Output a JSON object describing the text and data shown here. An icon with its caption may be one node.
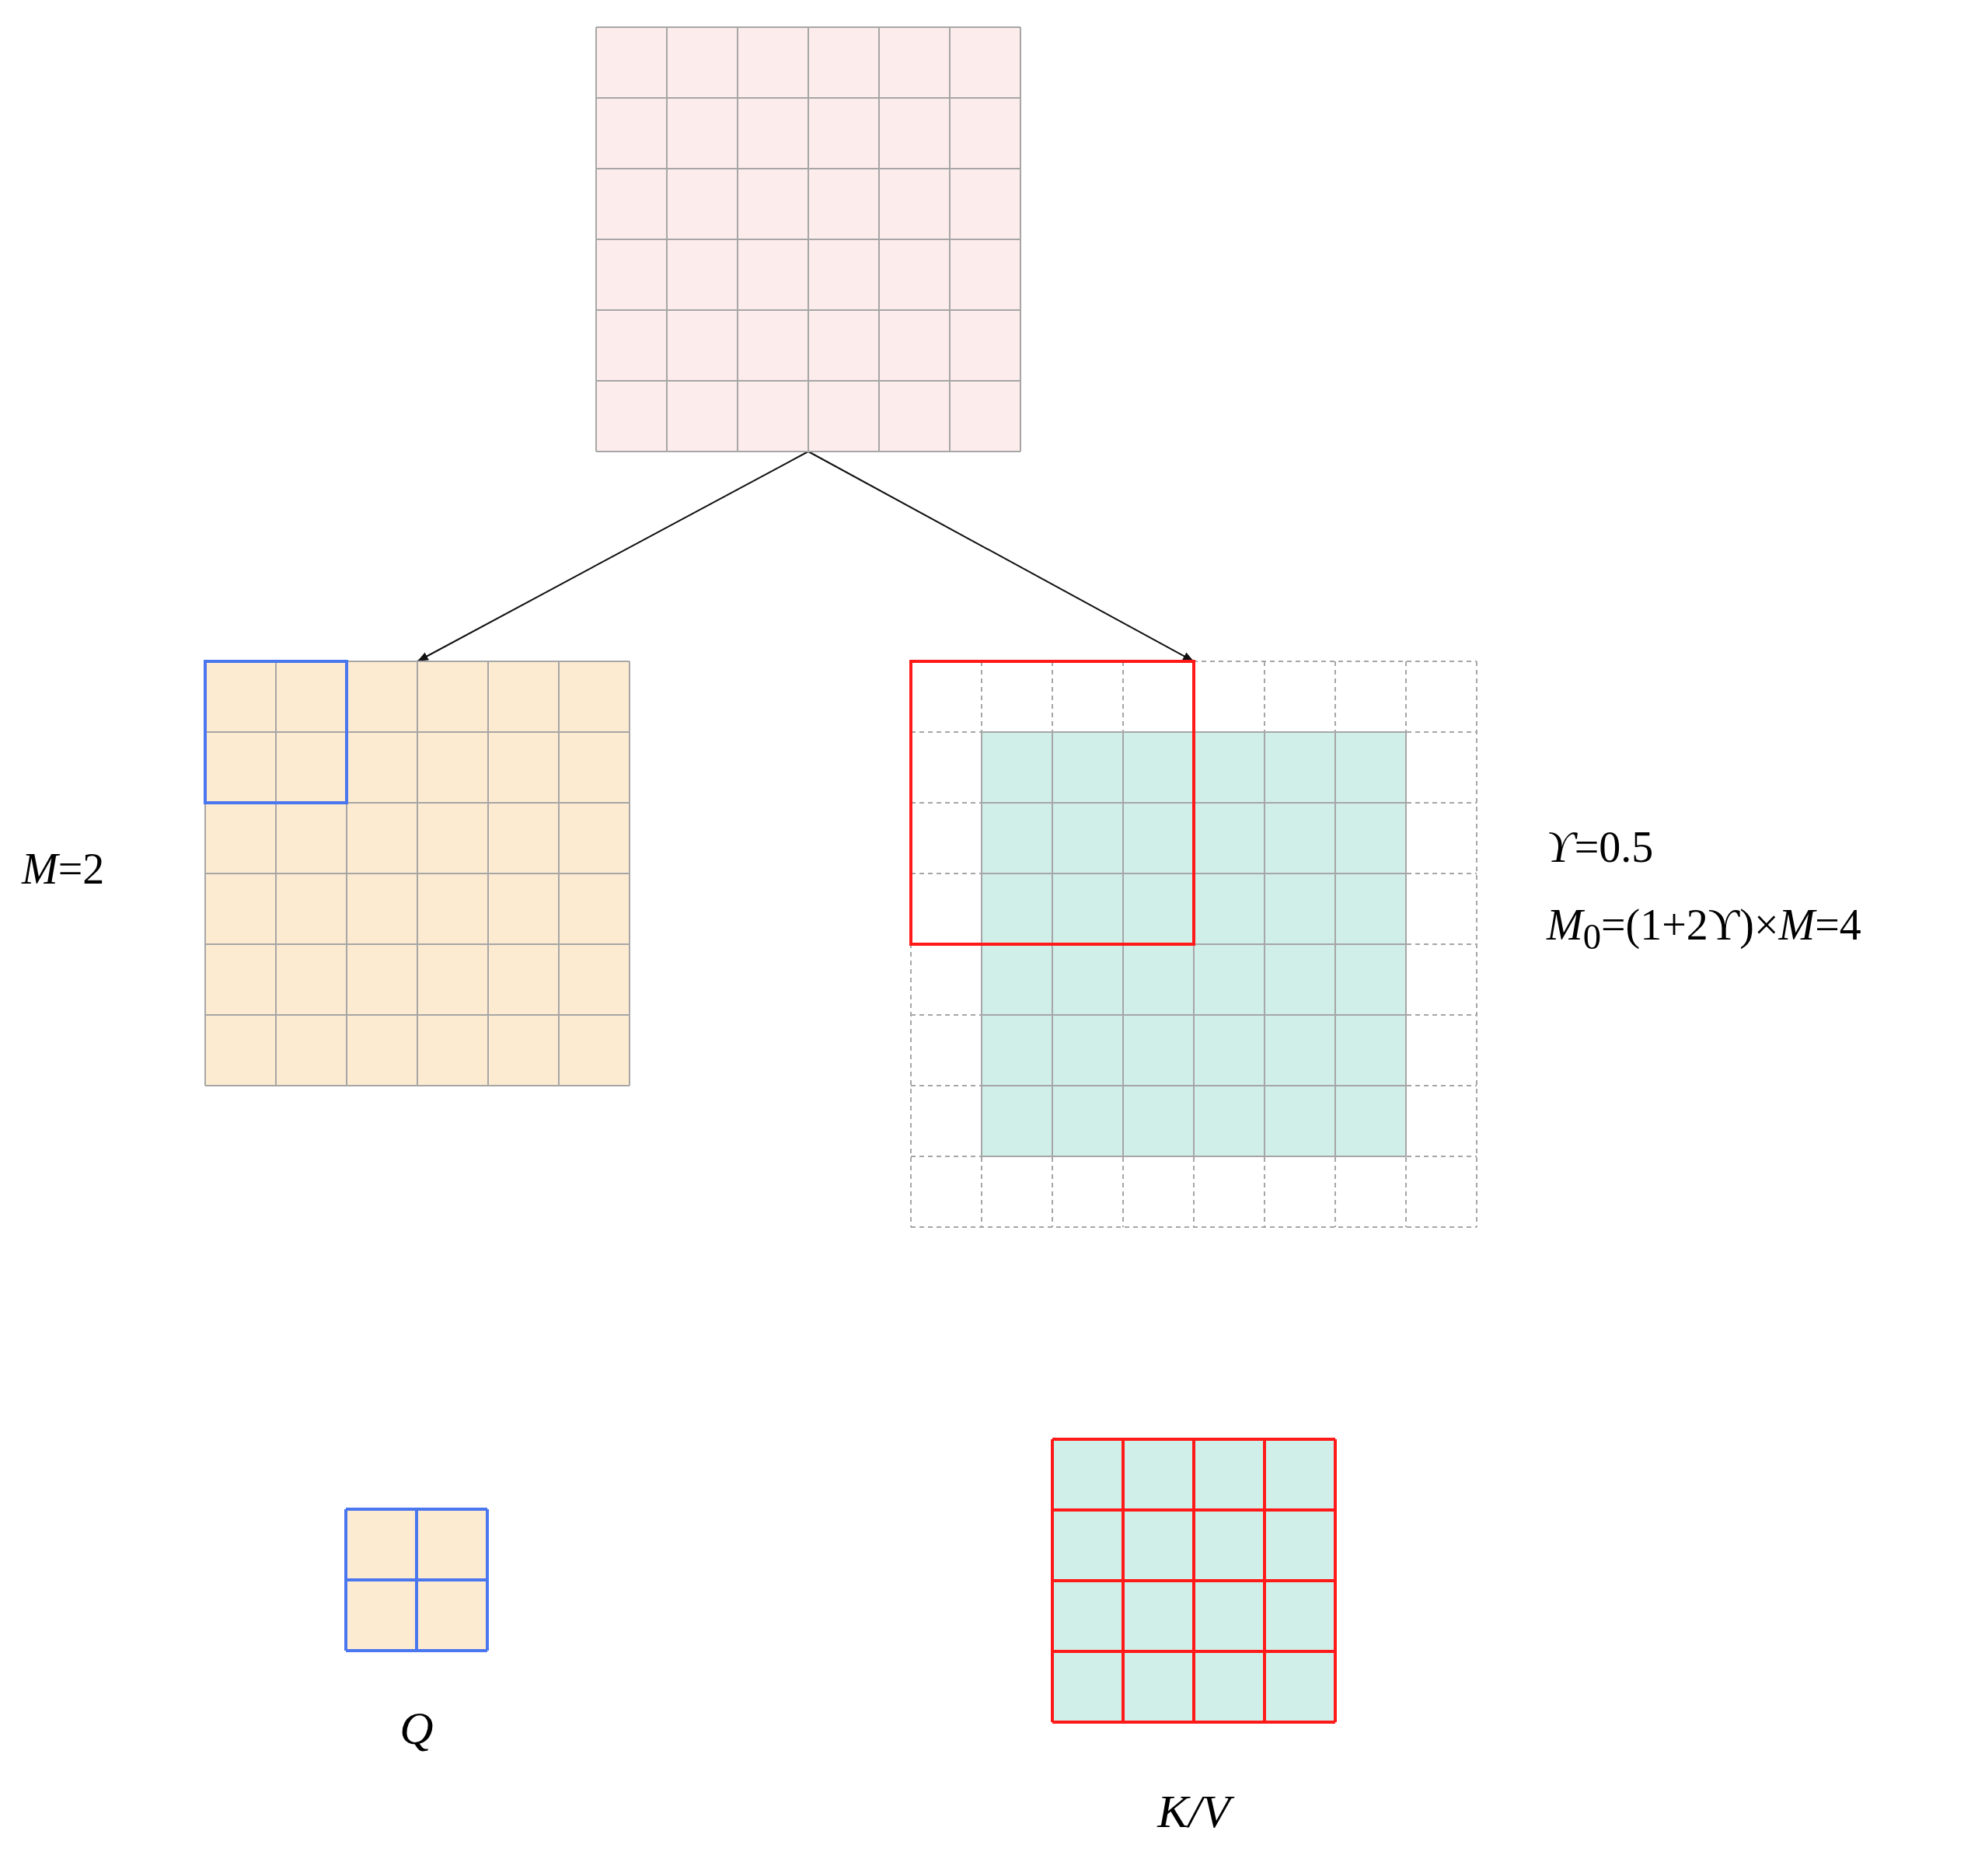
{
  "diagram": {
    "nodes": [
      {
        "text": [],
        "shape": "grid"
      },
      {
        "text": [],
        "shape": "grid"
      },
      {
        "text": [],
        "shape": "grid"
      },
      {
        "text": [
          "Q"
        ]
      },
      {
        "text": [
          "K/V"
        ]
      }
    ],
    "edges": [
      {
        "from": 0,
        "to": 1,
        "arrow": "to"
      },
      {
        "from": 0,
        "to": 2,
        "arrow": "to"
      }
    ],
    "labels": [
      "*M*=2",
      "*ϒ*=0.5",
      "*M*$_{0}$=(1+2ϒ)×*M*=4"
    ]
  }
}
